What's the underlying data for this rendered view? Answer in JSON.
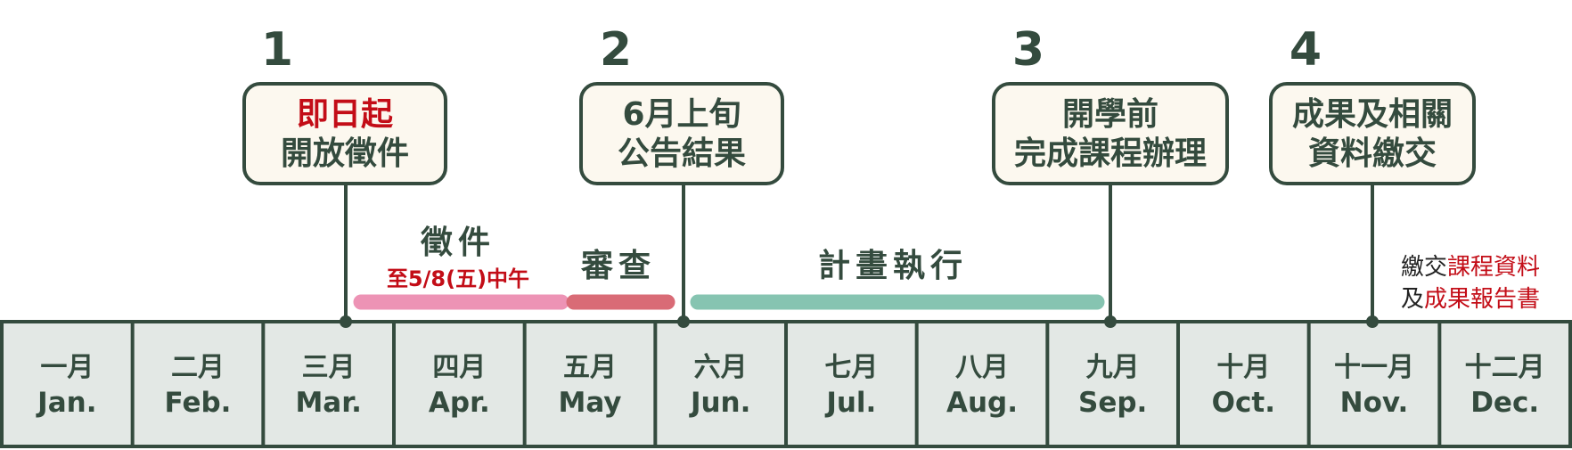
{
  "colors": {
    "dark": "#344b3e",
    "month_bg": "#e3e8e5",
    "box_bg": "#fcf8ef",
    "red": "#c30d17",
    "pink": "#ed93b5",
    "rose": "#d96b76",
    "teal": "#86c4b1"
  },
  "months": [
    {
      "zh": "一月",
      "en": "Jan."
    },
    {
      "zh": "二月",
      "en": "Feb."
    },
    {
      "zh": "三月",
      "en": "Mar."
    },
    {
      "zh": "四月",
      "en": "Apr."
    },
    {
      "zh": "五月",
      "en": "May"
    },
    {
      "zh": "六月",
      "en": "Jun."
    },
    {
      "zh": "七月",
      "en": "Jul."
    },
    {
      "zh": "八月",
      "en": "Aug."
    },
    {
      "zh": "九月",
      "en": "Sep."
    },
    {
      "zh": "十月",
      "en": "Oct."
    },
    {
      "zh": "十一月",
      "en": "Nov."
    },
    {
      "zh": "十二月",
      "en": "Dec."
    }
  ],
  "milestones": [
    {
      "number": "1",
      "line1": "即日起",
      "line1_red": true,
      "line2": "開放徵件"
    },
    {
      "number": "2",
      "line1": "6月上旬",
      "line1_red": false,
      "line2": "公告結果"
    },
    {
      "number": "3",
      "line1": "開學前",
      "line1_red": false,
      "line2": "完成課程辦理"
    },
    {
      "number": "4",
      "line1": "成果及相關",
      "line1_red": false,
      "line2": "資料繳交"
    }
  ],
  "phases": [
    {
      "label": "徵件",
      "sublabel": "至5/8(五)中午",
      "color": "pink"
    },
    {
      "label": "審查",
      "sublabel": "",
      "color": "rose"
    },
    {
      "label": "計畫執行",
      "sublabel": "",
      "color": "teal"
    }
  ],
  "final_note": {
    "line1_prefix": "繳交",
    "line1_highlight": "課程資料",
    "line2_prefix": "及",
    "line2_highlight": "成果報告書"
  }
}
